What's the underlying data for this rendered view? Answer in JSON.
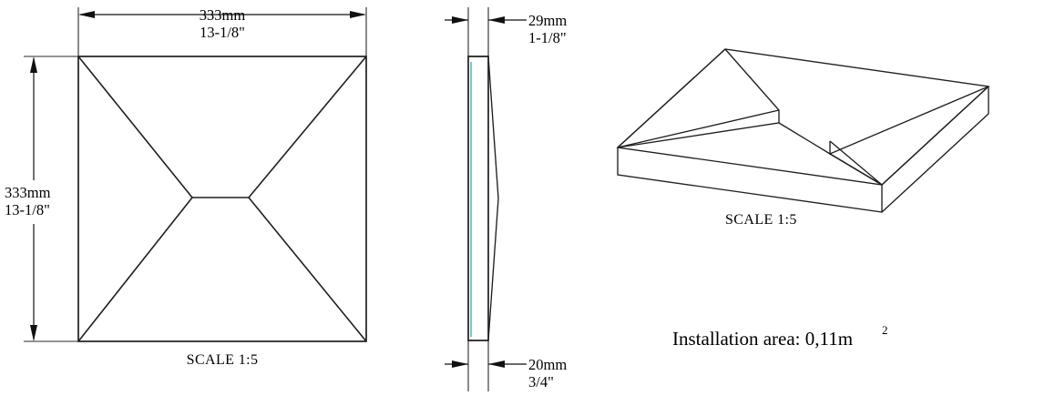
{
  "document": {
    "type": "technical-drawing",
    "background_color": "#ffffff",
    "line_color": "#1f1f1f",
    "accent_color": "#7fc5cf"
  },
  "front_view": {
    "name": "front-elevation",
    "width_dimension": {
      "metric": "333mm",
      "imperial": "13-1/8\""
    },
    "height_dimension": {
      "metric": "333mm",
      "imperial": "13-1/8\""
    },
    "scale_label": "SCALE  1:5"
  },
  "side_view": {
    "name": "side-section",
    "top_dimension": {
      "metric": "29mm",
      "imperial": "1-1/8\""
    },
    "bottom_dimension": {
      "metric": "20mm",
      "imperial": "3/4\""
    }
  },
  "iso_view": {
    "name": "isometric-view",
    "scale_label": "SCALE  1:5",
    "installation_area_label": "Installation area: 0,11m",
    "installation_area_exponent": "2"
  }
}
